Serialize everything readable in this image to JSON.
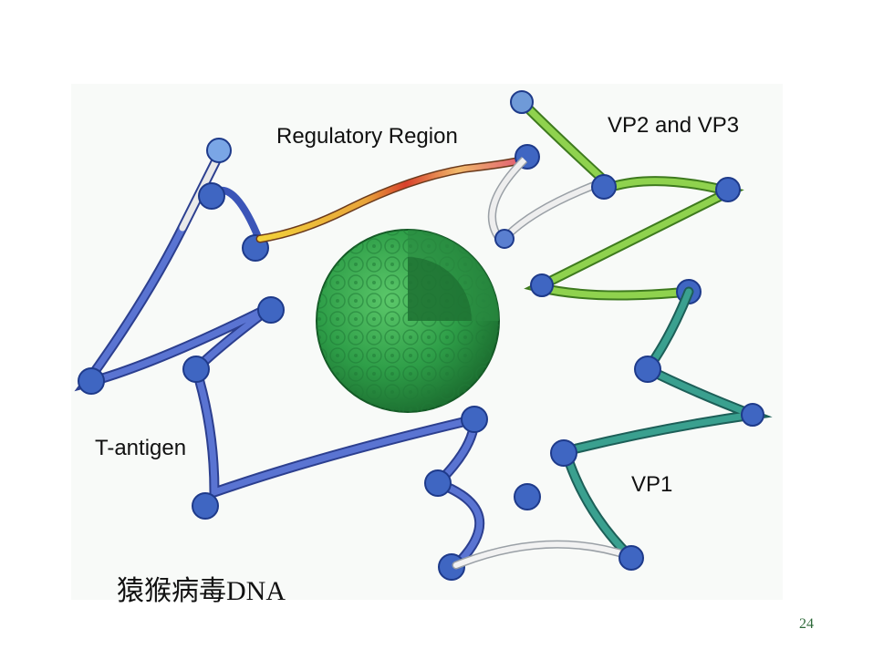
{
  "labels": {
    "regulatory_region": "Regulatory Region",
    "vp2_vp3": "VP2 and VP3",
    "t_antigen": "T-antigen",
    "vp1": "VP1"
  },
  "caption": "猿猴病毒DNA",
  "page_number": "24",
  "colors": {
    "t_antigen": "#4f68c6",
    "regulatory_region": "#e8a43a",
    "vp2_vp3": "#86c84a",
    "vp1": "#2f8f86",
    "capsid": "#2e9e48",
    "unassigned": "#e9e9e9"
  }
}
